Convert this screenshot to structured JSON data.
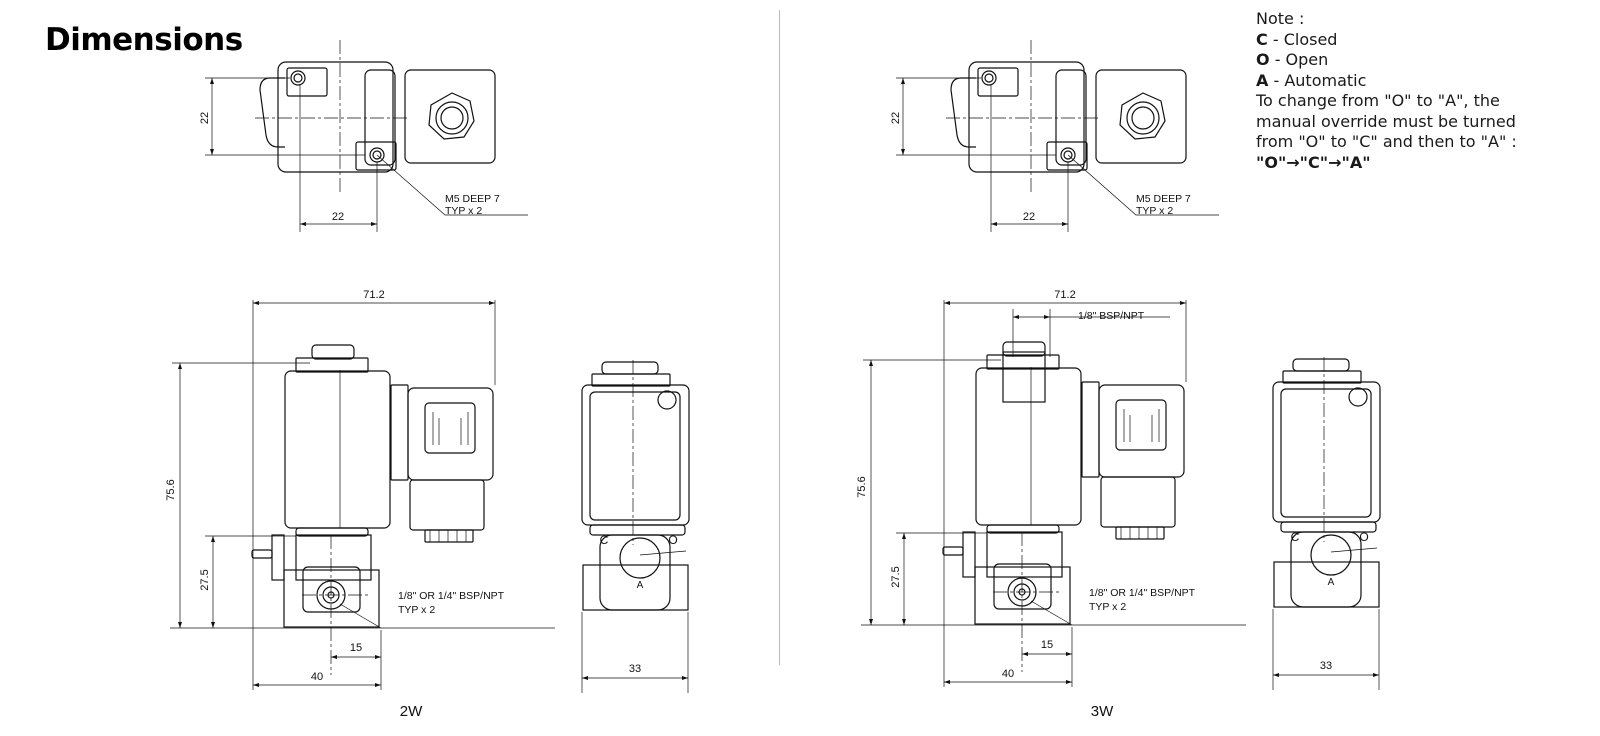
{
  "title": "Dimensions",
  "note": {
    "heading": "Note :",
    "items": [
      {
        "key": "C",
        "text": " - Closed"
      },
      {
        "key": "O",
        "text": " - Open"
      },
      {
        "key": "A",
        "text": " - Automatic"
      }
    ],
    "body": [
      "To change from \"O\" to \"A\", the",
      "manual override must be turned",
      "from \"O\" to \"C\" and then to \"A\" :"
    ],
    "sequence": "\"O\"→\"C\"→\"A\""
  },
  "panels": [
    {
      "label": "2W",
      "top_view": {
        "dim_vertical": "22",
        "dim_horizontal": "22",
        "callout_line1": "M5 DEEP 7",
        "callout_line2": "TYP x 2"
      },
      "front_view": {
        "dim_width": "71.2",
        "dim_height": "75.6",
        "dim_port_height": "27.5",
        "dim_port_offset": "15",
        "dim_base": "40",
        "port_callout_line1": "1/8\" OR 1/4\" BSP/NPT",
        "port_callout_line2": "TYP x 2"
      },
      "side_view": {
        "dim_width": "33",
        "override_marks": [
          "C",
          "O",
          "A"
        ]
      }
    },
    {
      "label": "3W",
      "top_view": {
        "dim_vertical": "22",
        "dim_horizontal": "22",
        "callout_line1": "M5 DEEP 7",
        "callout_line2": "TYP x 2"
      },
      "front_view": {
        "dim_width": "71.2",
        "dim_height": "75.6",
        "dim_port_height": "27.5",
        "dim_port_offset": "15",
        "dim_base": "40",
        "port_callout_line1": "1/8\" OR 1/4\" BSP/NPT",
        "port_callout_line2": "TYP x 2",
        "top_port_callout": "1/8\" BSP/NPT"
      },
      "side_view": {
        "dim_width": "33",
        "override_marks": [
          "C",
          "O",
          "A"
        ]
      }
    }
  ]
}
